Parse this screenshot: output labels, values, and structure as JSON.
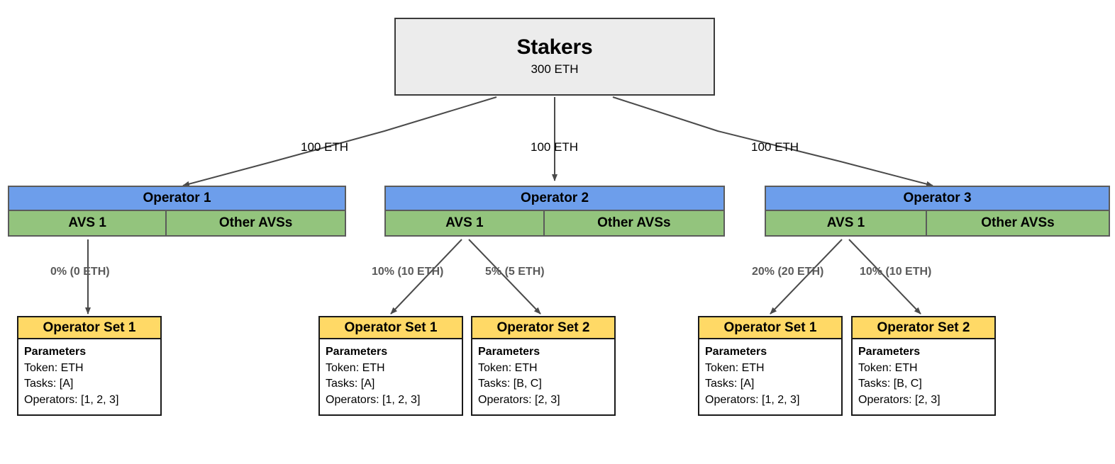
{
  "diagram": {
    "title": "EigenLayer Operator Set Allocation Diagram",
    "colors": {
      "stakers_fill": "#ECECEC",
      "operator_header_fill": "#6D9EEB",
      "avs_fill": "#93C47D",
      "operator_set_header_fill": "#FFD966",
      "card_body_fill": "#FFFFFF",
      "edge_stroke": "#4A4A4A",
      "pct_label_color": "#5A5A5A"
    }
  },
  "stakers": {
    "title": "Stakers",
    "amount": "300 ETH"
  },
  "stake_edges": [
    {
      "label": "100 ETH",
      "to": "Operator 1"
    },
    {
      "label": "100 ETH",
      "to": "Operator 2"
    },
    {
      "label": "100 ETH",
      "to": "Operator 3"
    }
  ],
  "operators": [
    {
      "name": "Operator 1",
      "avs_label": "AVS 1",
      "other_label": "Other AVSs",
      "allocations": [
        {
          "pct": "0% (0 ETH)",
          "target": "Operator Set 1"
        }
      ],
      "operator_sets": [
        {
          "title": "Operator Set 1",
          "params_heading": "Parameters",
          "token": "Token: ETH",
          "tasks": "Tasks: [A]",
          "operators": "Operators: [1, 2, 3]"
        }
      ]
    },
    {
      "name": "Operator 2",
      "avs_label": "AVS 1",
      "other_label": "Other AVSs",
      "allocations": [
        {
          "pct": "10% (10 ETH)",
          "target": "Operator Set 1"
        },
        {
          "pct": "5% (5 ETH)",
          "target": "Operator Set 2"
        }
      ],
      "operator_sets": [
        {
          "title": "Operator Set 1",
          "params_heading": "Parameters",
          "token": "Token: ETH",
          "tasks": "Tasks: [A]",
          "operators": "Operators: [1, 2, 3]"
        },
        {
          "title": "Operator Set 2",
          "params_heading": "Parameters",
          "token": "Token: ETH",
          "tasks": "Tasks: [B, C]",
          "operators": "Operators: [2, 3]"
        }
      ]
    },
    {
      "name": "Operator 3",
      "avs_label": "AVS 1",
      "other_label": "Other AVSs",
      "allocations": [
        {
          "pct": "20% (20 ETH)",
          "target": "Operator Set 1"
        },
        {
          "pct": "10% (10 ETH)",
          "target": "Operator Set 2"
        }
      ],
      "operator_sets": [
        {
          "title": "Operator Set 1",
          "params_heading": "Parameters",
          "token": "Token: ETH",
          "tasks": "Tasks: [A]",
          "operators": "Operators: [1, 2, 3]"
        },
        {
          "title": "Operator Set 2",
          "params_heading": "Parameters",
          "token": "Token: ETH",
          "tasks": "Tasks: [B, C]",
          "operators": "Operators: [2, 3]"
        }
      ]
    }
  ]
}
